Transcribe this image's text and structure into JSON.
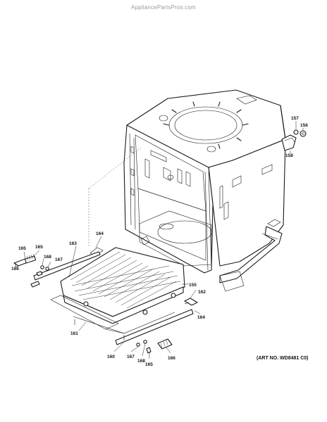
{
  "watermark": "AppliancePartsPros.com",
  "art_number": "(ART NO. WD8481 C0)",
  "callouts": {
    "c165_left": "165",
    "c166_left": "166",
    "c168_left": "168",
    "c167_left": "167",
    "c163": "163",
    "c164_top": "164",
    "c161": "161",
    "c155": "155",
    "c162": "162",
    "c164_right": "164",
    "c160": "160",
    "c167_bottom": "167",
    "c168_bottom": "168",
    "c165_bottom": "165",
    "c166_bottom": "166",
    "c157": "157",
    "c156": "156",
    "c158": "158"
  }
}
